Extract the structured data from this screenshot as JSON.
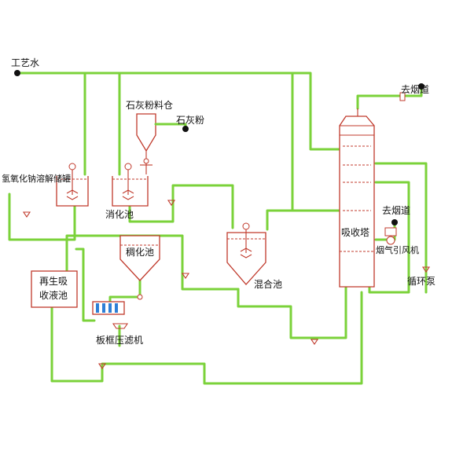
{
  "labels": {
    "process_water": "工艺水",
    "lime_silo": "石灰粉料仓",
    "lime_powder": "石灰粉",
    "naoh_tank": "氢氧化钠溶解储罐",
    "slaking_tank": "消化池",
    "thickening_tank": "稠化池",
    "mixing_tank": "混合池",
    "regen_tank_line1": "再生吸",
    "regen_tank_line2": "收液池",
    "filter_press": "板框压滤机",
    "absorber": "吸收塔",
    "to_flue_top": "去烟道",
    "to_flue_mid": "去烟道",
    "id_fan": "烟气引风机",
    "circ_pump": "循环泵"
  },
  "colors": {
    "pipe": "#7bd23a",
    "vessel": "#c0392b",
    "text": "#111111"
  }
}
